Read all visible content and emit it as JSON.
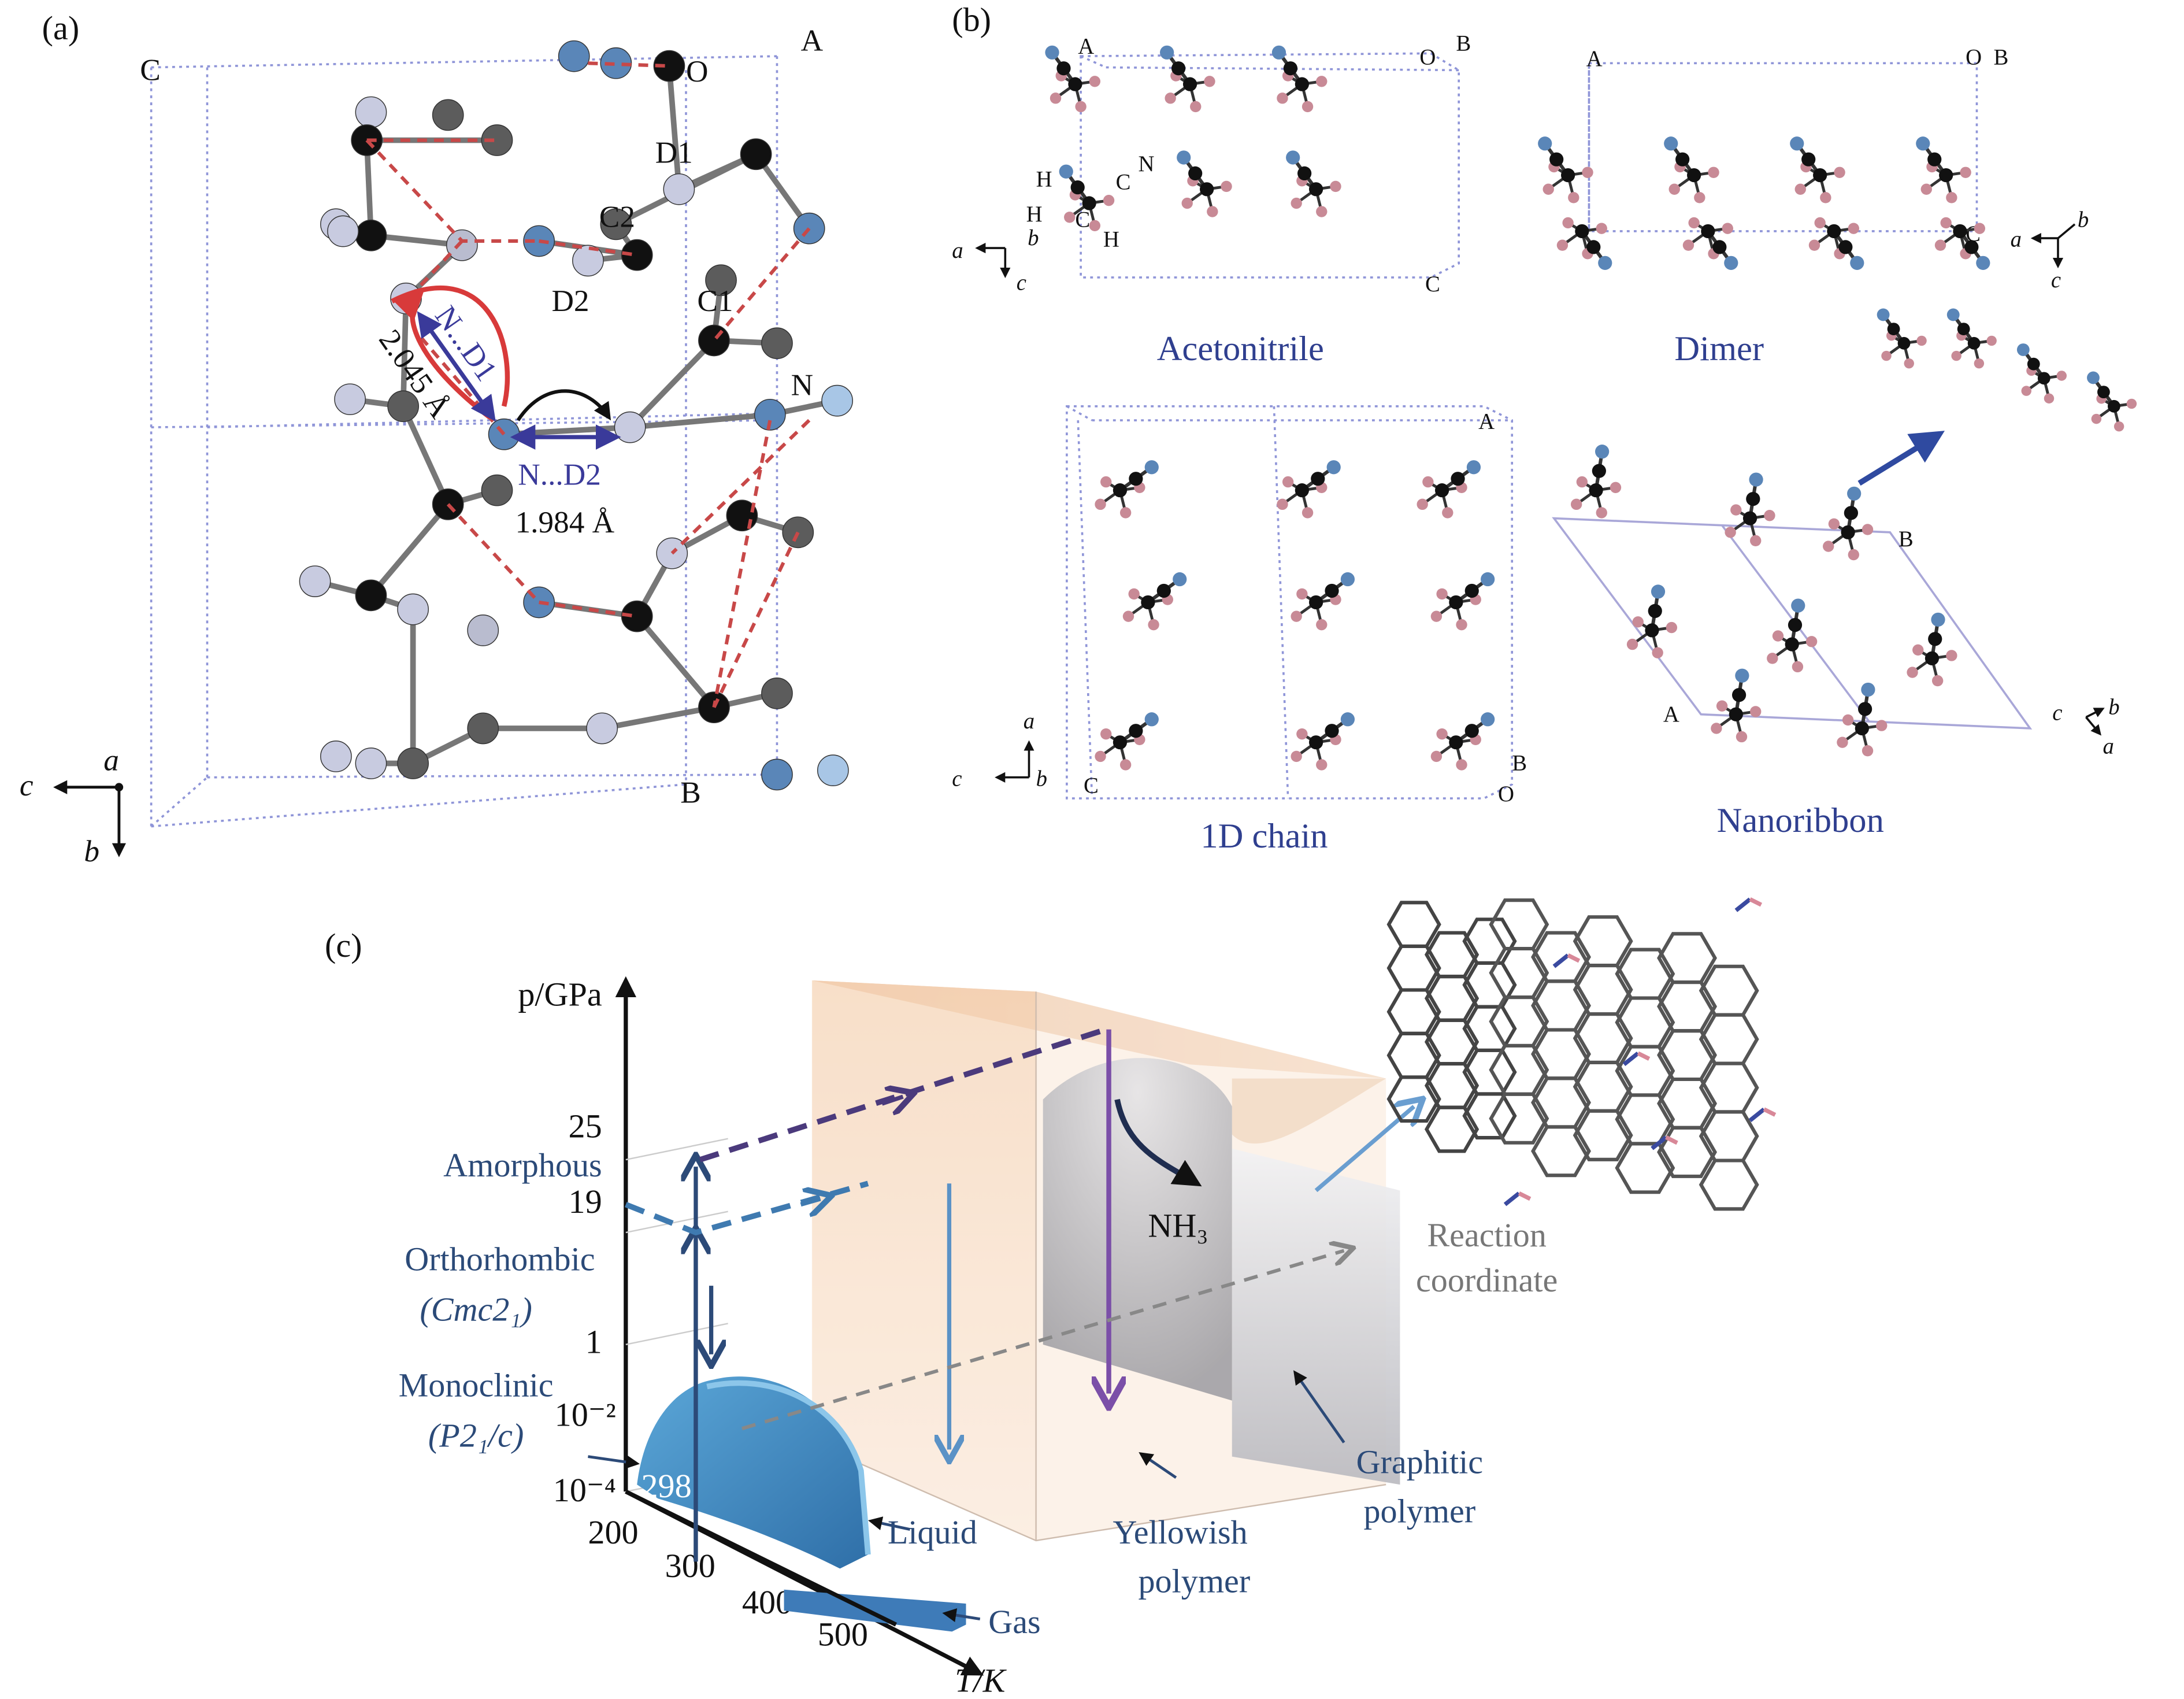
{
  "panel_a": {
    "label": "(a)",
    "corner_labels": {
      "A": "A",
      "O": "O",
      "C_top": "C",
      "B": "B"
    },
    "atom_labels": {
      "D1": "D1",
      "C2": "C2",
      "D2": "D2",
      "C1": "C1",
      "N": "N"
    },
    "interactions": {
      "nd1": "N...D1",
      "nd1_dist": "2.045 Å",
      "nd2": "N...D2",
      "nd2_dist": "1.984 Å"
    },
    "axes": {
      "a": "a",
      "b": "b",
      "c": "c"
    },
    "colors": {
      "hydrogen_bond": "#c84848",
      "nitrogen": "#5a86b8",
      "carbon": "#111111",
      "deuterium": "#c8cbe0"
    }
  },
  "panel_b": {
    "label": "(b)",
    "acetonitrile": {
      "title": "Acetonitrile",
      "corners": {
        "A": "A",
        "O": "O",
        "B": "B",
        "C": "C"
      },
      "atoms": {
        "H1": "H",
        "H2": "H",
        "H3": "H",
        "C1": "C",
        "C2": "C",
        "N": "N"
      },
      "axes": {
        "a": "a",
        "b": "b",
        "c": "c"
      }
    },
    "dimer": {
      "title": "Dimer",
      "corners": {
        "A": "A",
        "O": "O",
        "B": "B",
        "C": "C"
      },
      "axes": {
        "a": "a",
        "b": "b",
        "c": "c"
      }
    },
    "chain": {
      "title": "1D chain",
      "corners": {
        "A": "A",
        "C": "C",
        "B": "B",
        "O": "O"
      },
      "axes": {
        "a": "a",
        "c": "c",
        "b": "b"
      }
    },
    "nanoribbon": {
      "title": "Nanoribbon",
      "corners": {
        "B": "B",
        "A": "A"
      },
      "axes": {
        "c": "c",
        "b": "b",
        "a": "a"
      }
    }
  },
  "panel_c": {
    "label": "(c)",
    "y_axis_label": "p/GPa",
    "x_axis_label": "T/K",
    "y_ticks": [
      "25",
      "19",
      "1",
      "10⁻²",
      "10⁻⁴"
    ],
    "x_ticks": [
      "200",
      "300",
      "400",
      "500"
    ],
    "room_temp": "298",
    "phases": {
      "amorphous": "Amorphous",
      "orthorhombic": "Orthorhombic",
      "orthorhombic_sg": "(Cmc2₁)",
      "monoclinic": "Monoclinic",
      "monoclinic_sg": "(P2₁/c)",
      "liquid": "Liquid",
      "gas": "Gas",
      "yellowish_1": "Yellowish",
      "yellowish_2": "polymer",
      "graphitic_1": "Graphitic",
      "graphitic_2": "polymer"
    },
    "byproduct": "NH₃",
    "reaction_coordinate_1": "Reaction",
    "reaction_coordinate_2": "coordinate",
    "colors": {
      "solid_phase": "#4a90c8",
      "yellowish": "#f2c9a8",
      "graphitic": "#c8c8cc",
      "amorphous_path": "#4b3a7c",
      "ortho_path": "#3f7ab0"
    }
  }
}
